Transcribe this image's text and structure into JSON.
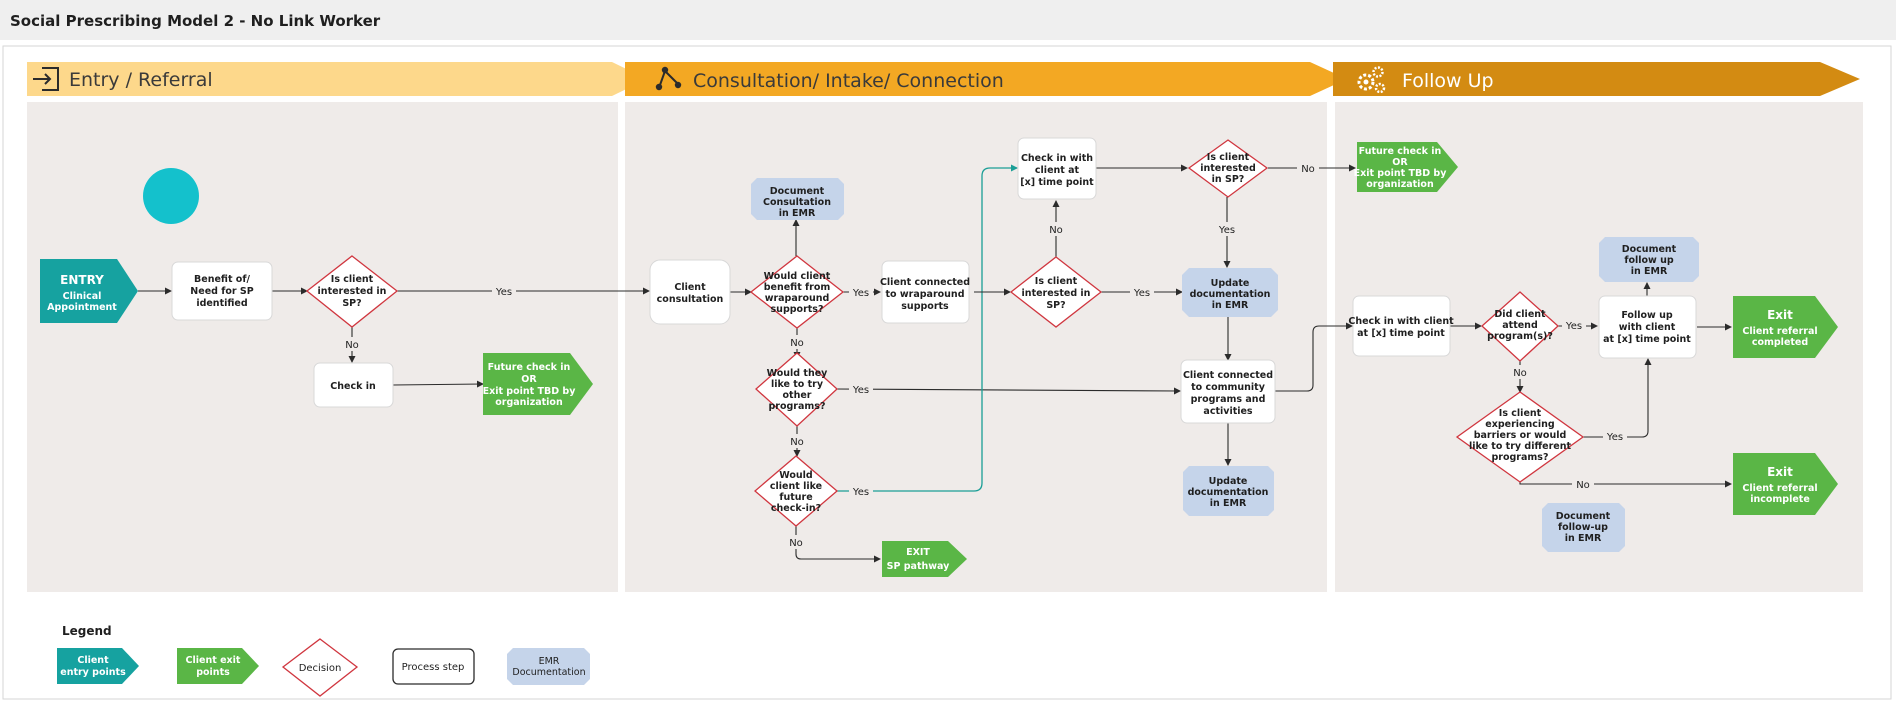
{
  "title": "Social Prescribing Model 2 - No Link Worker",
  "colors": {
    "entry_teal": "#16a2a0",
    "exit_green": "#5ab646",
    "decision_red": "#d0363f",
    "emr_blue": "#c5d4ea",
    "phase1": "#fdd88b",
    "phase2": "#f3a823",
    "phase3": "#d38b12",
    "panel": "#efebe9"
  },
  "phases": [
    {
      "label": "Entry / Referral",
      "icon": "entry-arrow-icon"
    },
    {
      "label": "Consultation/ Intake/ Connection",
      "icon": "share-nodes-icon"
    },
    {
      "label": "Follow Up",
      "icon": "gears-icon"
    }
  ],
  "nodes": {
    "entry": {
      "title": "ENTRY",
      "sub": [
        "Clinical",
        "Appointment"
      ]
    },
    "benefit": [
      "Benefit of/",
      "Need for SP",
      "identified"
    ],
    "d_interested1": [
      "Is client",
      "interested in",
      "SP?"
    ],
    "check_in": [
      "Check in"
    ],
    "future1": [
      "Future check in",
      "OR",
      "Exit point TBD by",
      "organization"
    ],
    "client_consult": [
      "Client",
      "consultation"
    ],
    "doc_consult": [
      "Document",
      "Consultation",
      "in EMR"
    ],
    "d_wrap": [
      "Would client",
      "benefit from",
      "wraparound",
      "supports?"
    ],
    "connected_wrap": [
      "Client connected",
      "to wraparound",
      "supports"
    ],
    "d_try": [
      "Would they",
      "like to try",
      "other",
      "programs?"
    ],
    "d_future": [
      "Would",
      "client like",
      "future",
      "check-in?"
    ],
    "exit_sp": [
      "EXIT",
      "SP pathway"
    ],
    "checkin_x": [
      "Check in with",
      "client at",
      "[x] time point"
    ],
    "d_interested2": [
      "Is client",
      "interested in",
      "SP?"
    ],
    "d_interested3": [
      "Is client",
      "interested",
      "in SP?"
    ],
    "future2": [
      "Future check in",
      "OR",
      "Exit point TBD by",
      "organization"
    ],
    "update_doc1": [
      "Update",
      "documentation",
      "in EMR"
    ],
    "connected_community": [
      "Client connected",
      "to community",
      "programs and",
      "activities"
    ],
    "update_doc2": [
      "Update",
      "documentation",
      "in EMR"
    ],
    "checkin_fu": [
      "Check in with client",
      "at [x] time point"
    ],
    "d_attend": [
      "Did client",
      "attend",
      "program(s)?"
    ],
    "followup": [
      "Follow up",
      "with client",
      "at [x] time point"
    ],
    "doc_followup": [
      "Document",
      "follow up",
      "in EMR"
    ],
    "exit_completed": {
      "title": "Exit",
      "sub": [
        "Client referral",
        "completed"
      ]
    },
    "d_barriers": [
      "Is client",
      "experiencing",
      "barriers or would",
      "like to try different",
      "programs?"
    ],
    "exit_incomplete": {
      "title": "Exit",
      "sub": [
        "Client referral",
        "incomplete"
      ]
    },
    "doc_followup2": [
      "Document",
      "follow-up",
      "in EMR"
    ]
  },
  "edge_labels": {
    "yes": "Yes",
    "no": "No"
  },
  "legend": {
    "title": "Legend",
    "items": [
      [
        "Client",
        "entry points"
      ],
      [
        "Client exit",
        "points"
      ],
      [
        "Decision"
      ],
      [
        "Process step"
      ],
      [
        "EMR",
        "Documentation"
      ]
    ]
  }
}
